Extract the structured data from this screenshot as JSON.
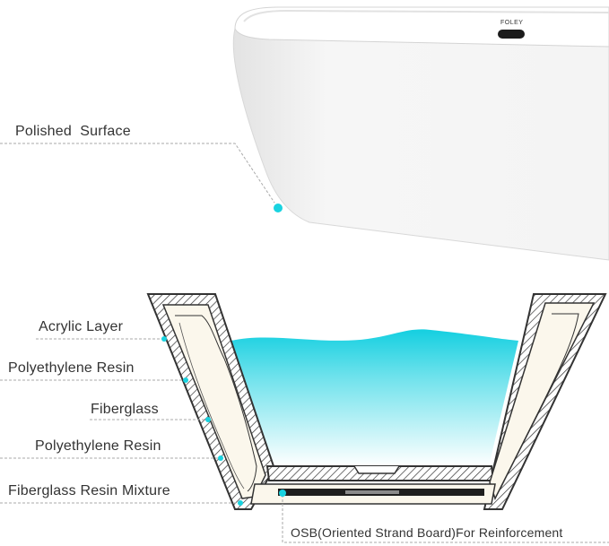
{
  "brand": {
    "logo_text": "FOLEY"
  },
  "top_callout": {
    "label": "Polished  Surface"
  },
  "layers": [
    {
      "label": "Acrylic Layer"
    },
    {
      "label": "Polyethylene Resin"
    },
    {
      "label": "Fiberglass"
    },
    {
      "label": "Polyethylene Resin"
    },
    {
      "label": "Fiberglass Resin Mixture"
    }
  ],
  "base_callout": {
    "label": "OSB(Oriented Strand Board)For Reinforcement"
  },
  "colors": {
    "callout_dot": "#19d3e0",
    "water_top": "#14cfe0",
    "water_bottom": "#ffffff",
    "hatch": "#333333",
    "leader_line": "#aaaaaa"
  }
}
